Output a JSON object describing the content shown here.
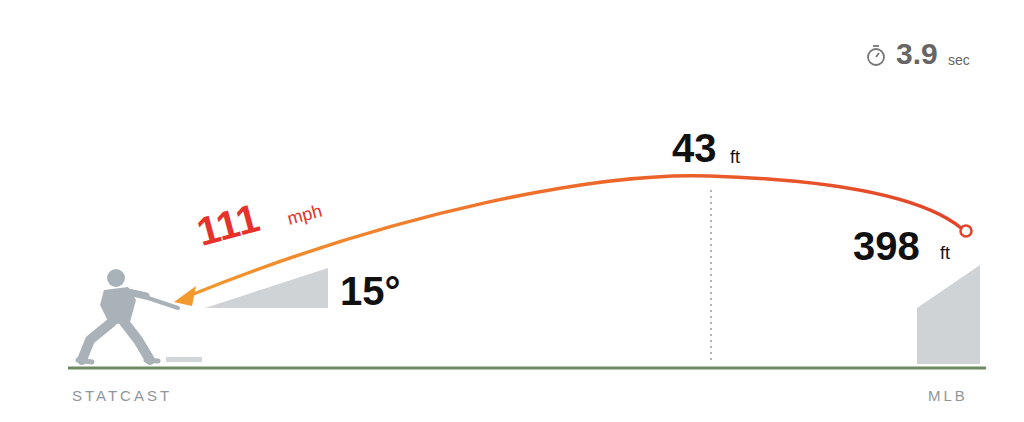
{
  "diagram": {
    "labels": [
      "3.9",
      "sec",
      "43",
      "ft",
      "111",
      "mph",
      "15°",
      "398",
      "ft",
      "STATCAST",
      "MLB"
    ]
  }
}
